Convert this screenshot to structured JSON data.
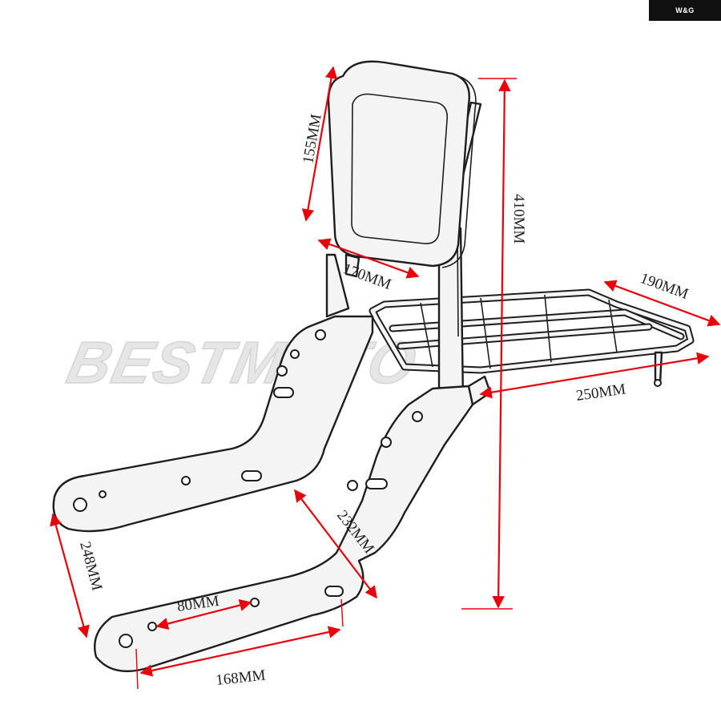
{
  "brand": {
    "badge_text": "W&G"
  },
  "watermark": {
    "text": "BESTMOTO"
  },
  "colors": {
    "dimension_lines": "#e8000b",
    "outline": "#1e1e1e"
  },
  "dimensions": {
    "backrest_height": "155MM",
    "backrest_width": "170MM",
    "overall_height": "410MM",
    "rack_width": "190MM",
    "rack_length": "250MM",
    "plate_diagonal": "232MM",
    "plate_height": "248MM",
    "hole_spacing": "80MM",
    "mount_spacing": "168MM"
  }
}
